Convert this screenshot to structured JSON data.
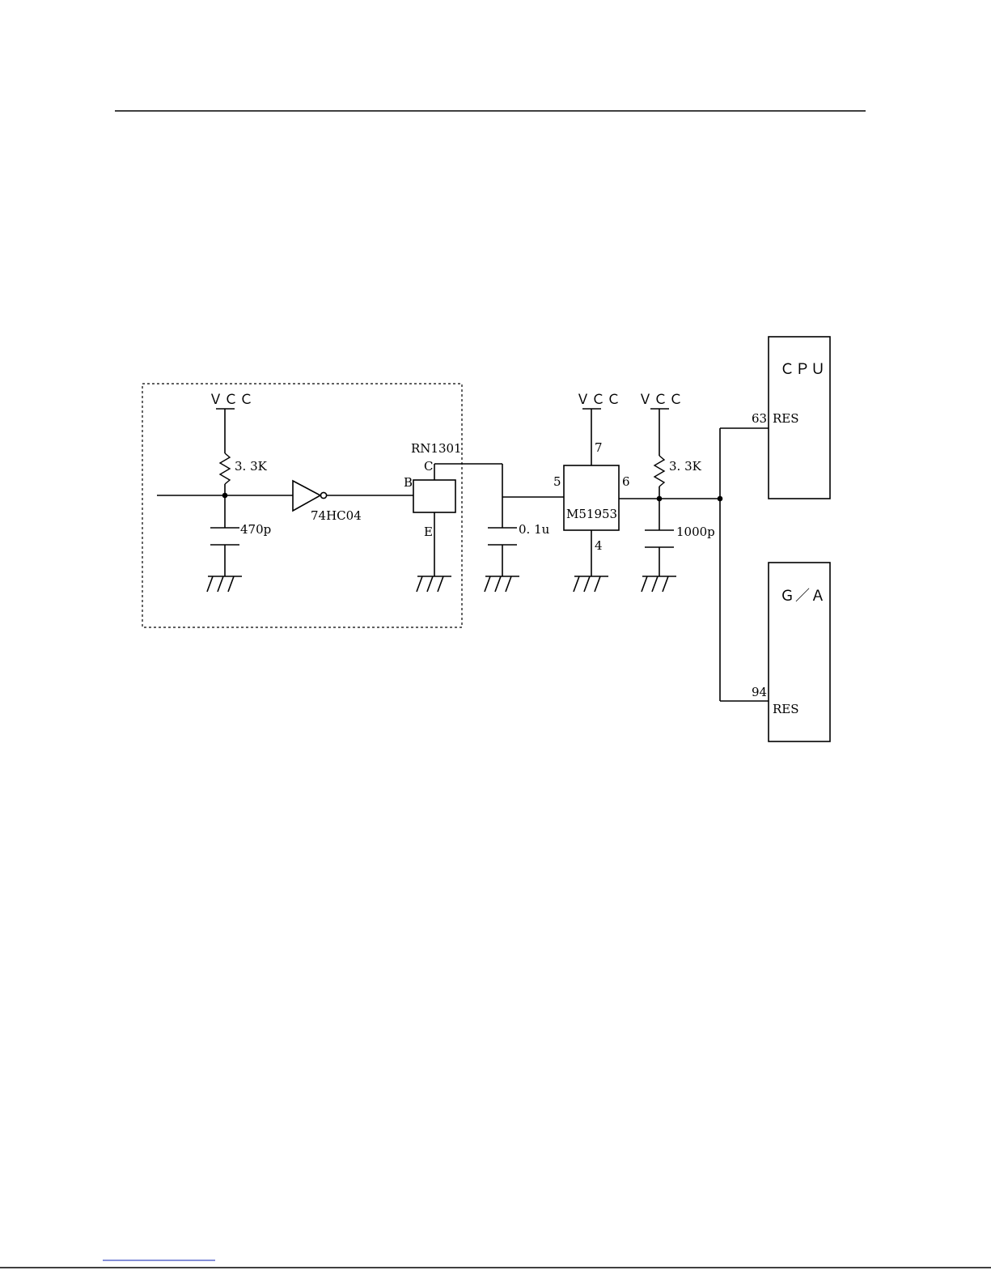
{
  "labels": {
    "vcc": "ＶＣＣ",
    "r1": "3. 3K",
    "c1": "470p",
    "inverter": "74HC04",
    "transistor": "RN1301",
    "pin_c": "C",
    "pin_b": "B",
    "pin_e": "E",
    "c2": "0. 1u",
    "ic": "M51953",
    "ic_pin7": "7",
    "ic_pin5": "5",
    "ic_pin6": "6",
    "ic_pin4": "4",
    "r2": "3. 3K",
    "c3": "1000p",
    "cpu_title": "ＣＰＵ",
    "cpu_pin_num": "63",
    "cpu_pin_name": "RES",
    "ga_title": "Ｇ／Ａ",
    "ga_pin_num": "94",
    "ga_pin_name": "RES"
  }
}
